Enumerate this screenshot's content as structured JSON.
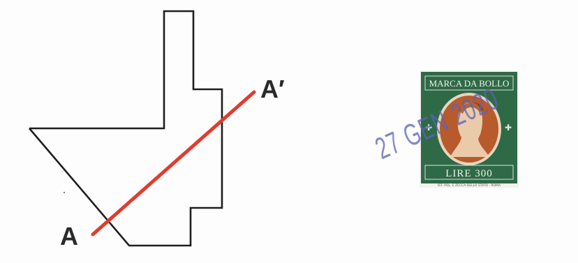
{
  "diagram": {
    "label_a": "A",
    "label_a_prime": "A′",
    "section_line_color": "#e23b2e",
    "outline_color": "#1f1f1f"
  },
  "stamp": {
    "top_text": "MARCA DA BOLLO",
    "value_text": "LIRE 300",
    "printer_text": "IST. POL. E ZECCA DELLO STATO · ROMA",
    "frame_color": "#2f6a47",
    "portrait_color": "#b85a2c"
  },
  "postmark": {
    "text": "27 GEN 2020",
    "color": "#5a63b8"
  }
}
